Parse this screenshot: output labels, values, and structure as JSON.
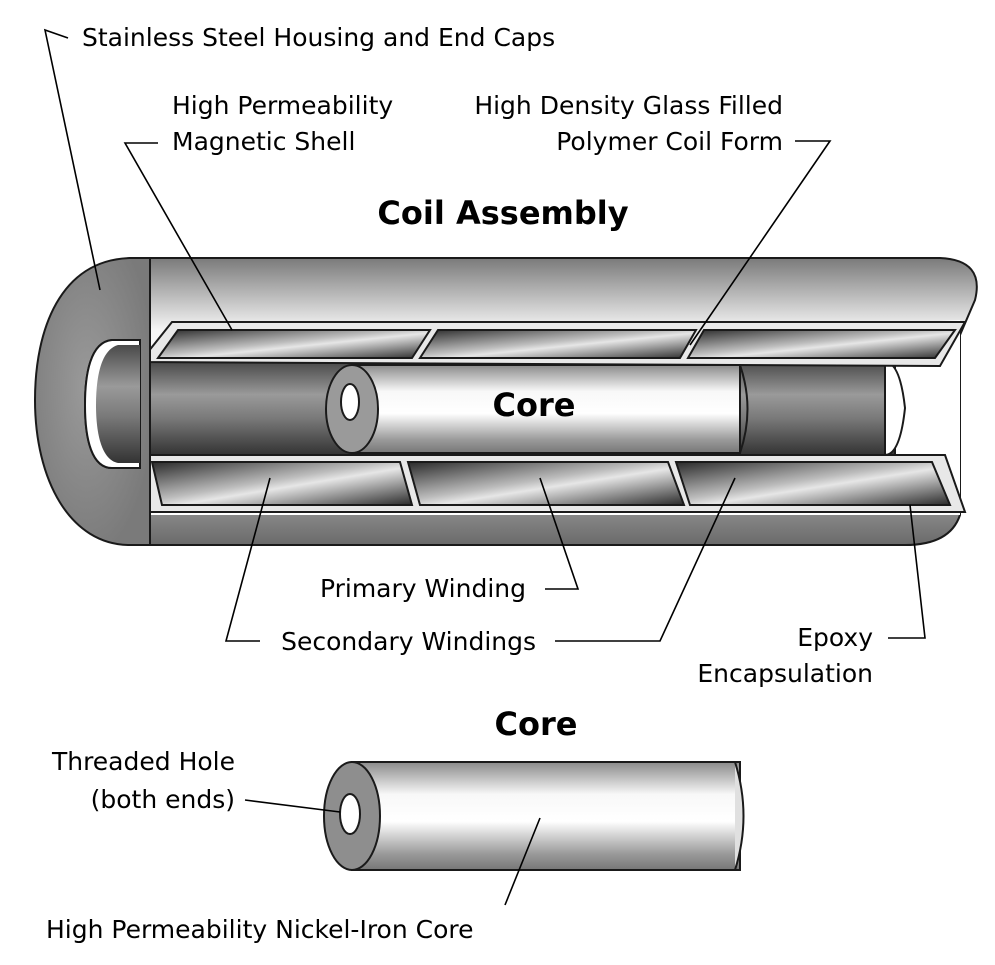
{
  "diagram": {
    "titles": {
      "coil_assembly": "Coil Assembly",
      "core_inner": "Core",
      "core_section": "Core"
    },
    "labels": {
      "housing": "Stainless Steel Housing and End Caps",
      "shell_line1": "High Permeability",
      "shell_line2": "Magnetic Shell",
      "coil_form_line1": "High Density Glass Filled",
      "coil_form_line2": "Polymer Coil Form",
      "primary_winding": "Primary Winding",
      "secondary_windings": "Secondary Windings",
      "epoxy_line1": "Epoxy",
      "epoxy_line2": "Encapsulation",
      "threaded_hole_line1": "Threaded Hole",
      "threaded_hole_line2": "(both ends)",
      "nickel_iron_core": "High Permeability Nickel-Iron Core"
    },
    "colors": {
      "housing_face": "#8a8a8a",
      "metal_light": "#f2f2f2",
      "metal_dark": "#5a5a5a",
      "winding_dark": "#2e2e2e",
      "line": "#000000"
    }
  }
}
